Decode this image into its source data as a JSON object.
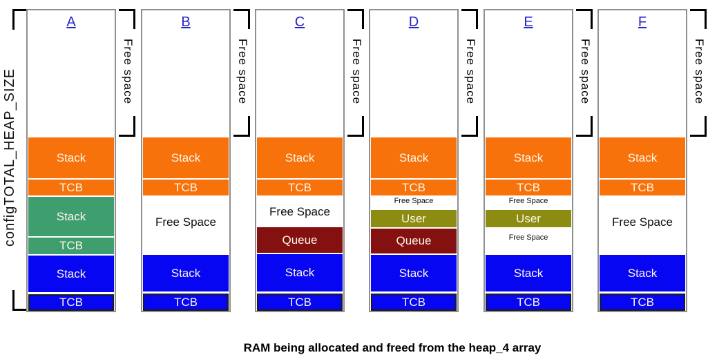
{
  "left_label": "configTOTAL_HEAP_SIZE",
  "free_space_label": "Free space",
  "caption": "RAM being allocated and freed from the heap_4 array",
  "colors": {
    "orange": "#F8720C",
    "green": "#3E9E6E",
    "blue": "#0606F2",
    "maroon": "#841010",
    "olive": "#8C8C12",
    "box_border": "#8F8F8F",
    "header_link_blue": "#2424C8",
    "block_text": "#FDF7E8"
  },
  "columns": [
    {
      "label": "A",
      "blocks": [
        {
          "label": "Stack",
          "color": "orange"
        },
        {
          "label": "TCB",
          "color": "orange"
        },
        {
          "label": "Stack",
          "color": "green"
        },
        {
          "label": "TCB",
          "color": "green"
        },
        {
          "label": "Stack",
          "color": "blue"
        },
        {
          "label": "TCB",
          "color": "blue"
        }
      ],
      "free_labels": []
    },
    {
      "label": "B",
      "blocks": [
        {
          "label": "Stack",
          "color": "orange"
        },
        {
          "label": "TCB",
          "color": "orange"
        },
        {
          "label": "Stack",
          "color": "blue"
        },
        {
          "label": "TCB",
          "color": "blue"
        }
      ],
      "free_labels": [
        {
          "text": "Free Space"
        }
      ]
    },
    {
      "label": "C",
      "blocks": [
        {
          "label": "Stack",
          "color": "orange"
        },
        {
          "label": "TCB",
          "color": "orange"
        },
        {
          "label": "Queue",
          "color": "maroon"
        },
        {
          "label": "Stack",
          "color": "blue"
        },
        {
          "label": "TCB",
          "color": "blue"
        }
      ],
      "free_labels": [
        {
          "text": "Free Space"
        }
      ]
    },
    {
      "label": "D",
      "blocks": [
        {
          "label": "Stack",
          "color": "orange"
        },
        {
          "label": "TCB",
          "color": "orange"
        },
        {
          "label": "User",
          "color": "olive"
        },
        {
          "label": "Queue",
          "color": "maroon"
        },
        {
          "label": "Stack",
          "color": "blue"
        },
        {
          "label": "TCB",
          "color": "blue"
        }
      ],
      "free_labels": [
        {
          "text": "Free Space"
        }
      ]
    },
    {
      "label": "E",
      "blocks": [
        {
          "label": "Stack",
          "color": "orange"
        },
        {
          "label": "TCB",
          "color": "orange"
        },
        {
          "label": "User",
          "color": "olive"
        },
        {
          "label": "Stack",
          "color": "blue"
        },
        {
          "label": "TCB",
          "color": "blue"
        }
      ],
      "free_labels": [
        {
          "text": "Free Space"
        },
        {
          "text": "Free Space"
        }
      ]
    },
    {
      "label": "F",
      "blocks": [
        {
          "label": "Stack",
          "color": "orange"
        },
        {
          "label": "TCB",
          "color": "orange"
        },
        {
          "label": "Stack",
          "color": "blue"
        },
        {
          "label": "TCB",
          "color": "blue"
        }
      ],
      "free_labels": [
        {
          "text": "Free Space"
        }
      ]
    }
  ]
}
